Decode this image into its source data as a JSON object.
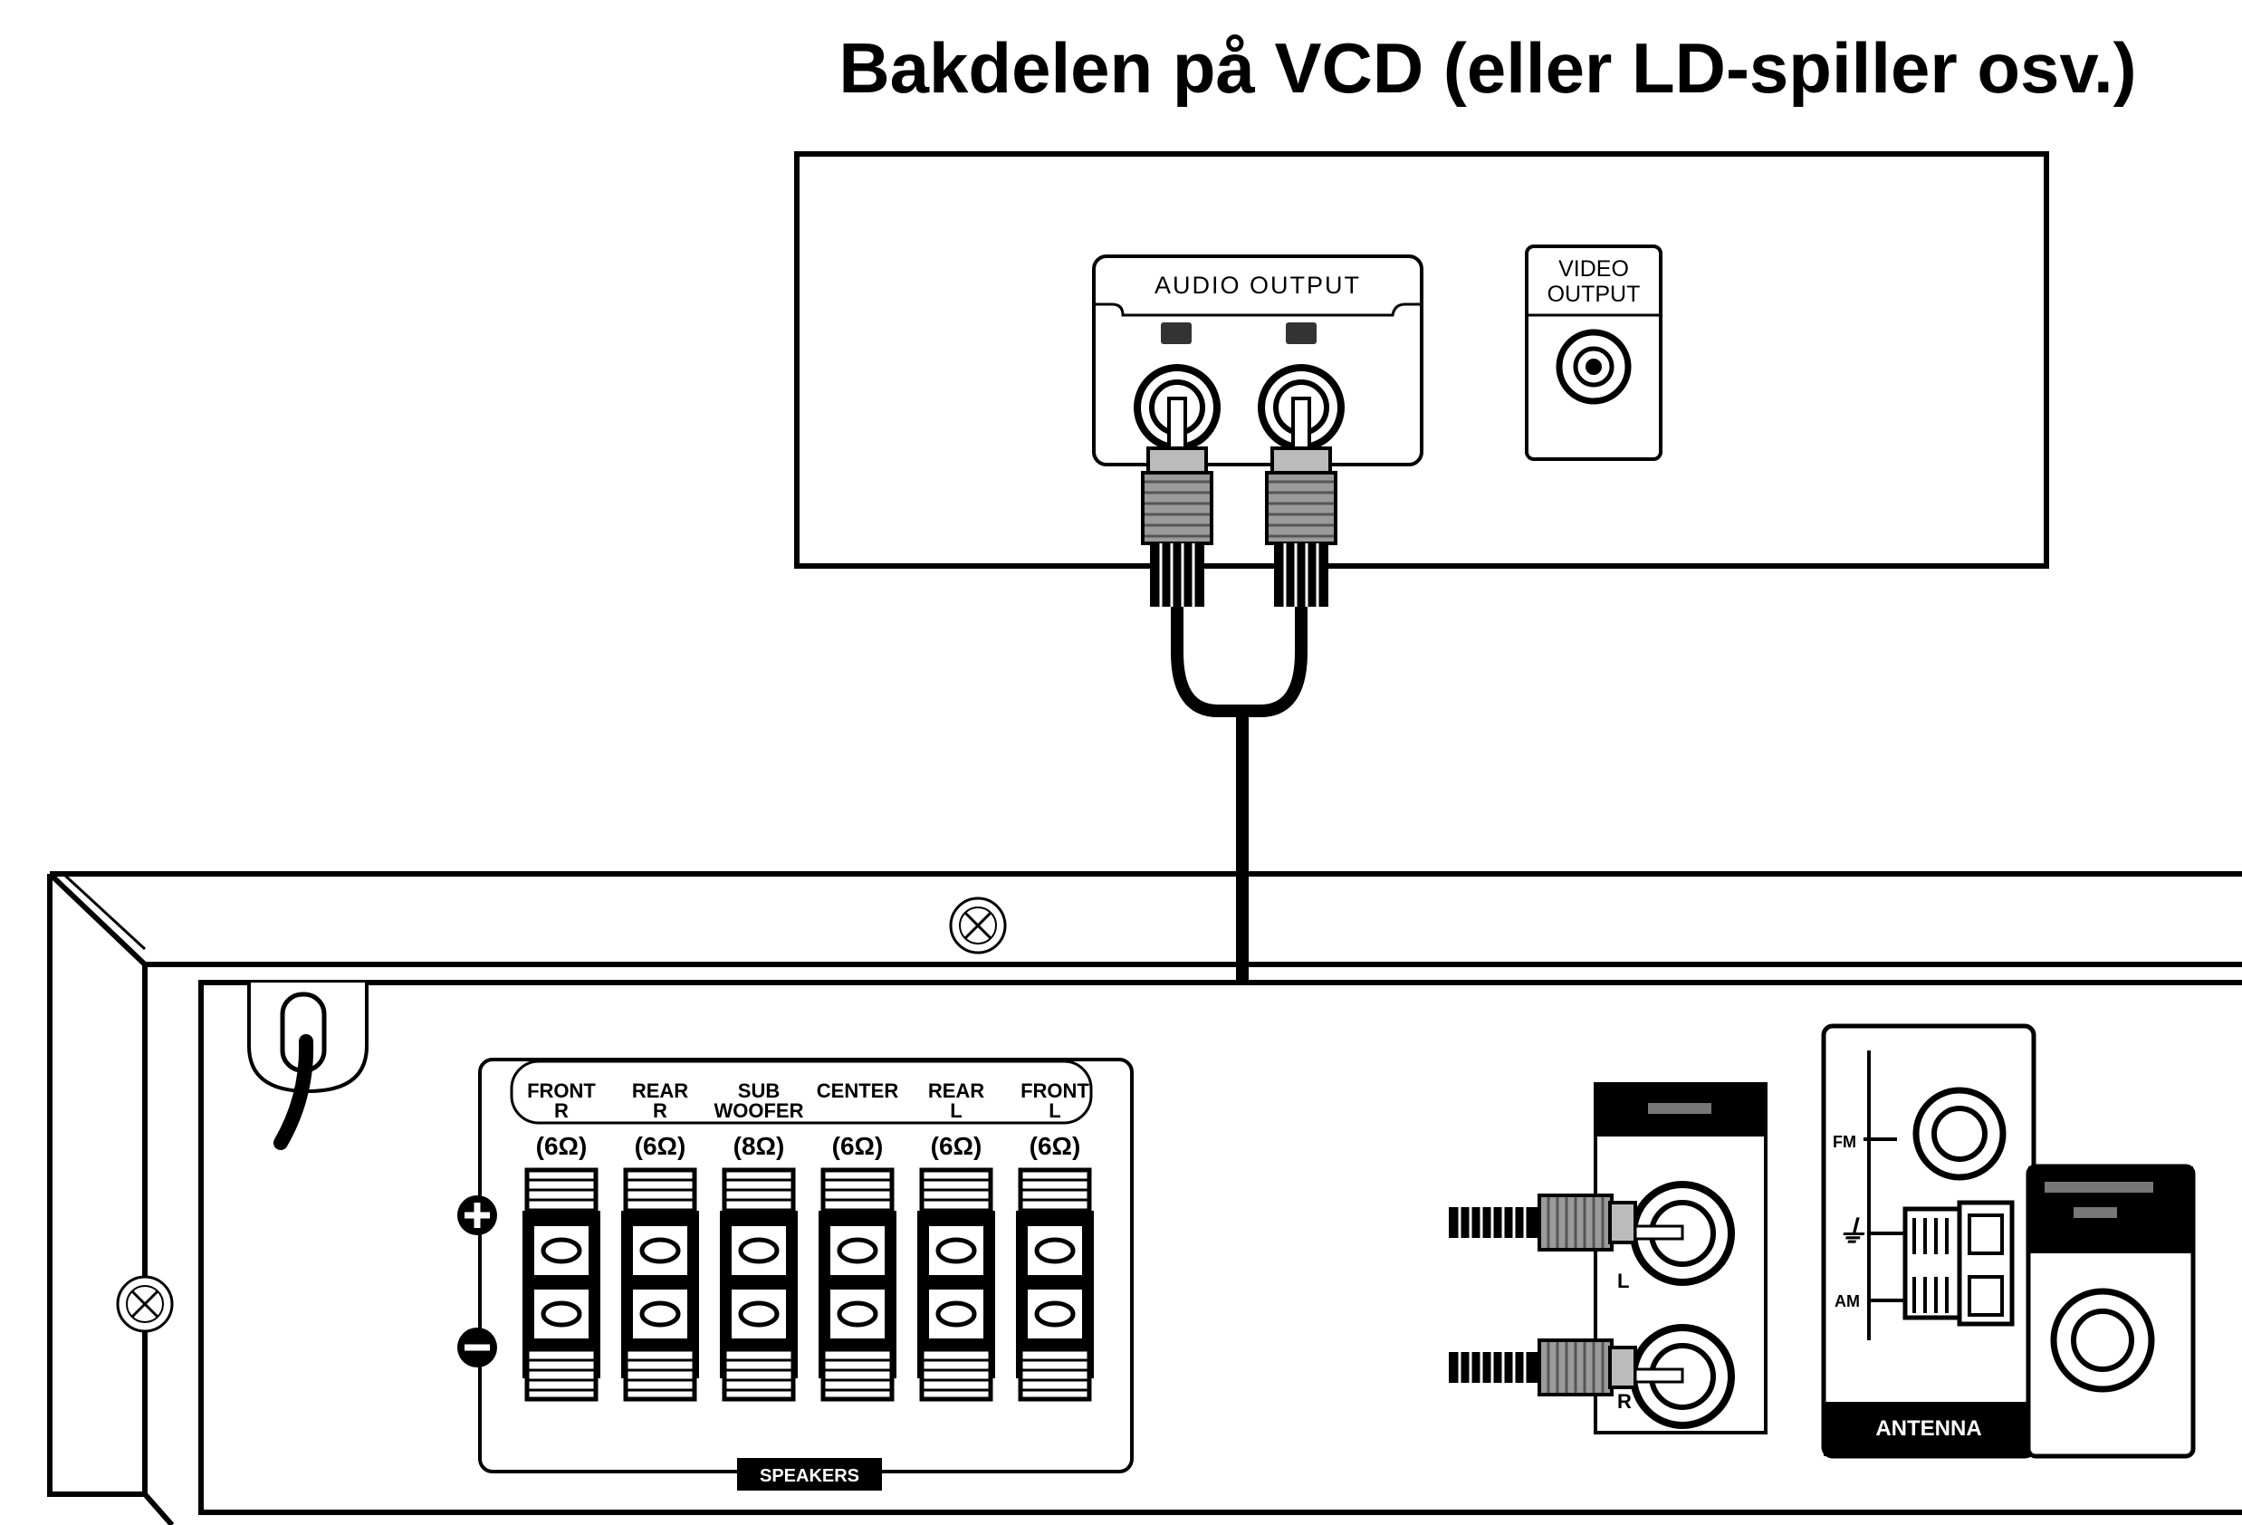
{
  "title": "Bakdelen på VCD (eller LD-spiller osv.)",
  "vcd_player": {
    "audio_output_label": "AUDIO OUTPUT",
    "video_output_label_line1": "VIDEO",
    "video_output_label_line2": "OUTPUT"
  },
  "receiver": {
    "speakers": [
      {
        "label_line1": "FRONT",
        "label_line2": "R",
        "impedance": "(6Ω)"
      },
      {
        "label_line1": "REAR",
        "label_line2": "R",
        "impedance": "(6Ω)"
      },
      {
        "label_line1": "SUB",
        "label_line2": "WOOFER",
        "impedance": "(8Ω)"
      },
      {
        "label_line1": "CENTER",
        "label_line2": "",
        "impedance": "(6Ω)"
      },
      {
        "label_line1": "REAR",
        "label_line2": "L",
        "impedance": "(6Ω)"
      },
      {
        "label_line1": "FRONT",
        "label_line2": "L",
        "impedance": "(6Ω)"
      }
    ],
    "speakers_panel_label": "SPEAKERS",
    "plus_symbol": "+",
    "minus_symbol": "−",
    "audio_in_L": "L",
    "audio_in_R": "R",
    "antenna_fm": "FM",
    "antenna_am": "AM",
    "antenna_label": "ANTENNA"
  },
  "colors": {
    "line": "#000000",
    "background": "#ffffff",
    "plug_gray": "#9a9a9a"
  }
}
